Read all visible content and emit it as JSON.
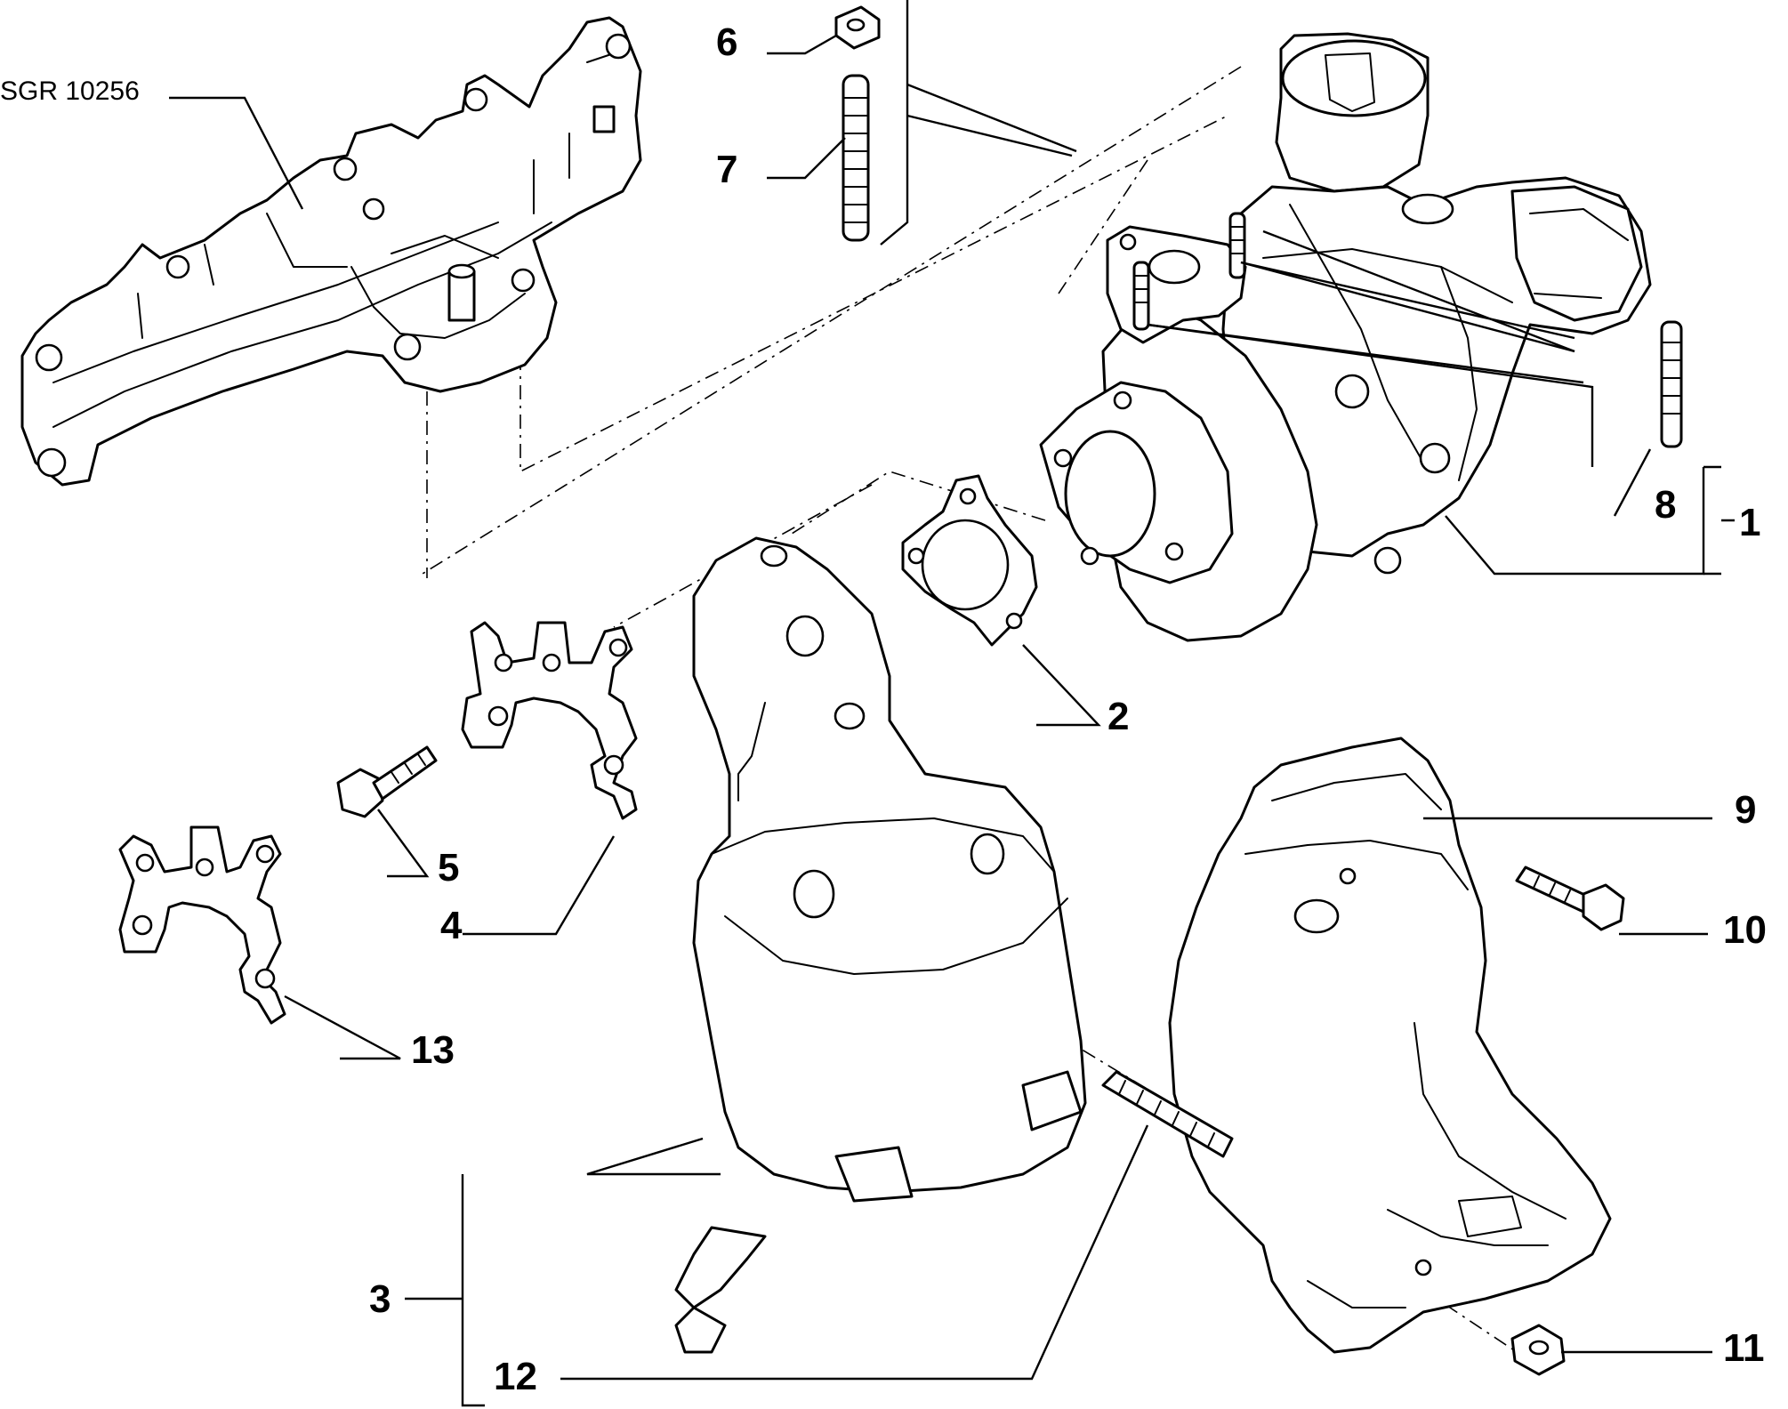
{
  "diagram": {
    "code": "SGR 10256",
    "callouts": [
      "1",
      "2",
      "3",
      "4",
      "5",
      "6",
      "7",
      "8",
      "9",
      "10",
      "11",
      "12",
      "13"
    ]
  }
}
